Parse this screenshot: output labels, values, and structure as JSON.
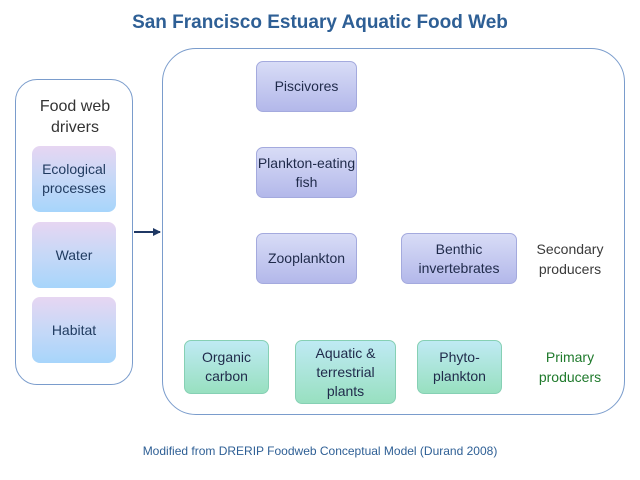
{
  "title": "San Francisco Estuary Aquatic Food Web",
  "drivers": {
    "heading": "Food web drivers",
    "items": [
      {
        "label": "Ecological processes"
      },
      {
        "label": "Water"
      },
      {
        "label": "Habitat"
      }
    ]
  },
  "nodes": {
    "piscivores": "Piscivores",
    "plankton_fish": "Plankton-eating fish",
    "zooplankton": "Zooplankton",
    "benthic": "Benthic invertebrates",
    "organic_carbon": "Organic carbon",
    "aquatic_plants": "Aquatic & terrestrial plants",
    "phytoplankton": "Phyto-plankton"
  },
  "side_labels": {
    "secondary": "Secondary producers",
    "primary": "Primary producers"
  },
  "footer": "Modified from DRERIP Foodweb Conceptual Model (Durand 2008)",
  "colors": {
    "title": "#2e5f95",
    "arrow": "#1f3864",
    "primary_label": "#1f7a2c",
    "node_purple": "#b3b8ea",
    "node_green": "#98e0c0"
  }
}
